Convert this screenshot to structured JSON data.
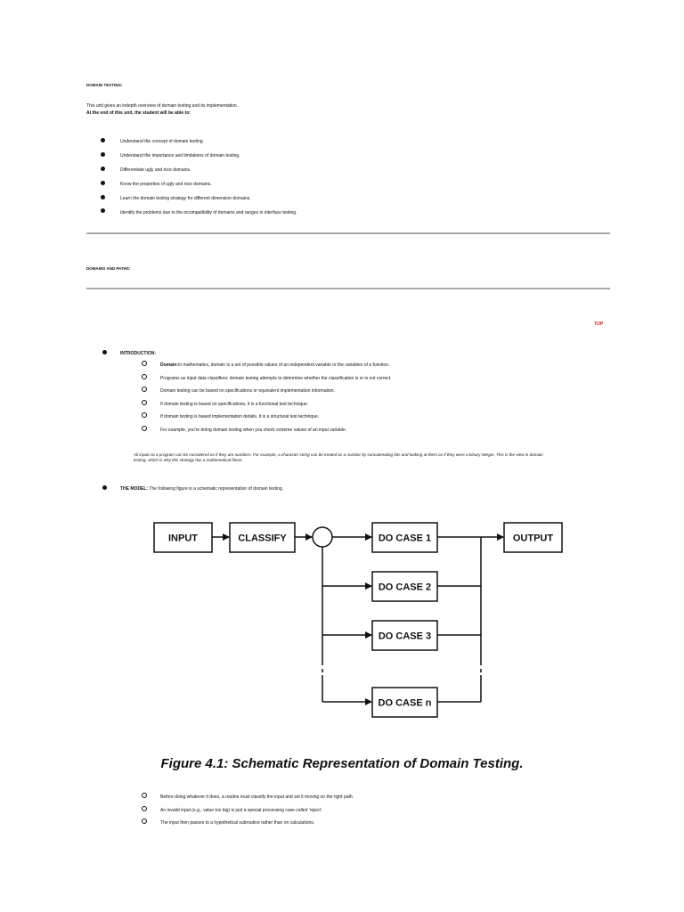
{
  "unit": {
    "title": "DOMAIN TESTING:",
    "intro": "This unit gives an indepth overview of domain testing and its implementation.",
    "objectives_lead": "At the end of this unit, the student will be able to:",
    "objectives": [
      "Understand the concept of domain testing.",
      "Understand the importance and limitations of domain testing.",
      "Differentiate ugly and nice domains.",
      "Know the properties of ugly and nice domains.",
      "Learn the domain testing strategy for different dimension domains.",
      "Identify the problems due to the incompatibility of domains and ranges in interface testing."
    ]
  },
  "section": {
    "title": "DOMAINS AND PATHS:",
    "top_link": "TOP"
  },
  "introduction": {
    "label": "INTRODUCTION:",
    "items": [
      {
        "strong": "Domain:",
        "text": "In mathematics, domain is a set of possible values of an independent variable or the variables of a function."
      },
      {
        "strong": "",
        "text": "Programs as input data classifiers: domain testing attempts to determine whether the classification is or is not correct."
      },
      {
        "strong": "",
        "text": "Domain testing can be based on specifications or equivalent implementation information."
      },
      {
        "strong": "",
        "text": "If domain testing is based on specifications, it is a functional test technique."
      },
      {
        "strong": "",
        "text": "If domain testing is based implementation details, it is a structural test technique."
      },
      {
        "strong": "",
        "text": "For example, you're doing domain testing when you check extreme values of an input variable."
      }
    ],
    "note_line1": "All inputs to a program can be considered as if they are numbers. For example, a character string can be treated as a number by concatenating bits and looking at them as if they were a binary integer. This is the view in domain",
    "note_line2": "testing, which is why this strategy has a mathematical flavor."
  },
  "model": {
    "label": "THE MODEL:",
    "text": "The following figure is a schematic representation of domain testing."
  },
  "diagram": {
    "input": "INPUT",
    "classify": "CLASSIFY",
    "case1": "DO CASE 1",
    "case2": "DO CASE 2",
    "case3": "DO CASE 3",
    "casen": "DO CASE n",
    "output": "OUTPUT"
  },
  "figure_caption": "Figure 4.1: Schematic Representation of Domain Testing.",
  "after_items": [
    "Before doing whatever it does, a routine must classify the input and set it moving on the right path.",
    "An invalid input (e.g., value too big) is just a special processing case called 'reject'.",
    "The input then passes to a hypothetical subroutine rather than on calculations."
  ]
}
